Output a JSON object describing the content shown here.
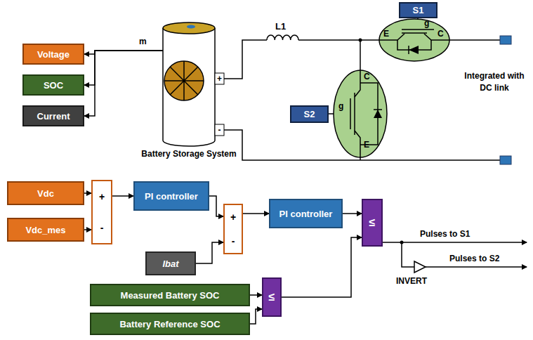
{
  "diagram": {
    "nodes": [
      {
        "text": [
          "Voltage"
        ]
      },
      {
        "text": [
          "SOC"
        ]
      },
      {
        "text": [
          "Current"
        ]
      },
      {
        "text": [
          "Battery Storage System"
        ]
      },
      {
        "text": [
          "S1"
        ]
      },
      {
        "text": [
          "S2"
        ]
      },
      {
        "text": [
          "Vdc"
        ]
      },
      {
        "text": [
          "Vdc_mes"
        ]
      },
      {
        "text": [
          "+",
          "-"
        ]
      },
      {
        "text": [
          "PI controller"
        ]
      },
      {
        "text": [
          "+",
          "-"
        ]
      },
      {
        "text": [
          "Ibat"
        ]
      },
      {
        "text": [
          "PI controller"
        ]
      },
      {
        "text": [
          "≤"
        ]
      },
      {
        "text": [
          "Measured Battery SOC"
        ]
      },
      {
        "text": [
          "Battery Reference SOC"
        ]
      },
      {
        "text": [
          "≤"
        ]
      }
    ],
    "edges": [
      {
        "from": 3,
        "to": 0,
        "arrow": "to"
      },
      {
        "from": 3,
        "to": 1,
        "arrow": "to"
      },
      {
        "from": 3,
        "to": 2,
        "arrow": "to"
      },
      {
        "from": 6,
        "to": 8,
        "arrow": "to"
      },
      {
        "from": 7,
        "to": 8,
        "arrow": "to"
      },
      {
        "from": 8,
        "to": 9,
        "arrow": "to"
      },
      {
        "from": 9,
        "to": 10,
        "arrow": "to"
      },
      {
        "from": 11,
        "to": 10,
        "arrow": "to"
      },
      {
        "from": 10,
        "to": 12,
        "arrow": "to"
      },
      {
        "from": 12,
        "to": 13,
        "arrow": "to"
      },
      {
        "from": 14,
        "to": 16,
        "arrow": "to"
      },
      {
        "from": 15,
        "to": 16,
        "arrow": "to"
      },
      {
        "from": 16,
        "to": 13,
        "arrow": "to"
      }
    ],
    "labels": [
      "m",
      "+",
      "-",
      "L1",
      "g",
      "E",
      "C",
      "C",
      "g",
      "E",
      "Integrated with DC link",
      "Pulses to S1",
      "INVERT",
      "Pulses to S2"
    ]
  }
}
